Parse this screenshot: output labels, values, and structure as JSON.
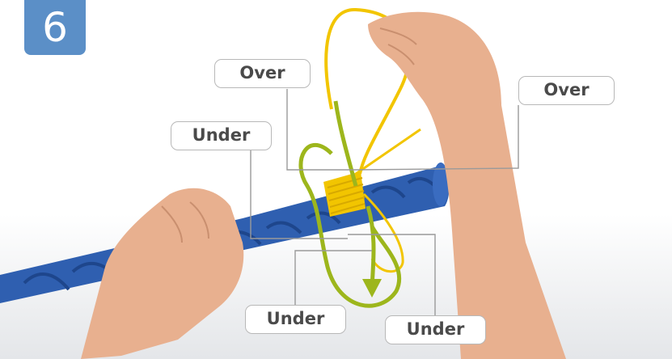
{
  "step": {
    "number": "6"
  },
  "callouts": [
    {
      "id": "c1",
      "label": "Over"
    },
    {
      "id": "c2",
      "label": "Over"
    },
    {
      "id": "c3",
      "label": "Under"
    },
    {
      "id": "c4",
      "label": "Under"
    },
    {
      "id": "c5",
      "label": "Under"
    }
  ],
  "colors": {
    "badge": "#5b8fc7",
    "rope": "#2f5fb0",
    "yellow_cord": "#f2c500",
    "green_cord": "#9db61c",
    "skin": "#e8b08f",
    "leader_line": "#9a9a9a"
  },
  "icons": [
    "step-number-badge",
    "rope",
    "whipping-cord",
    "direction-arrow",
    "hand"
  ]
}
